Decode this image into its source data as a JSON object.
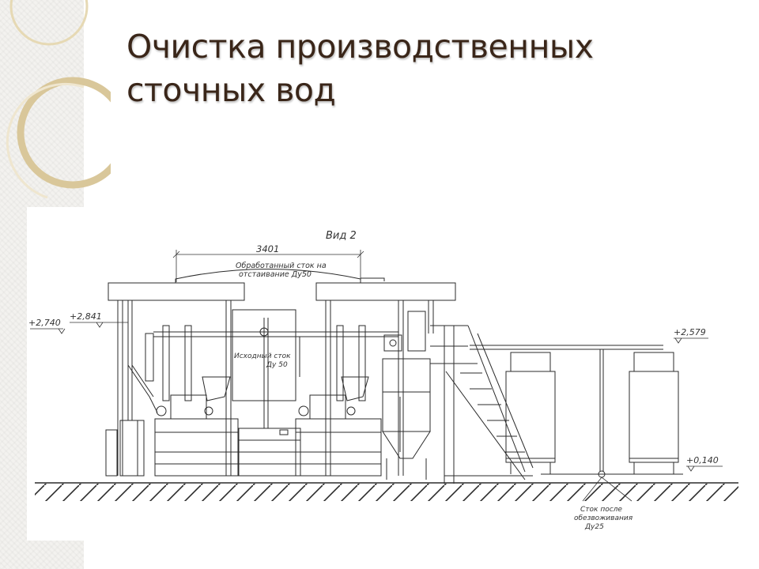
{
  "slide": {
    "title_line1": "Очистка производственных",
    "title_line2": "сточных вод"
  },
  "drawing": {
    "view_label": "Вид 2",
    "dimension": "3401",
    "treated_label_line1": "Обработанный сток на",
    "treated_label_line2": "отстаивание Ду50",
    "source_label_line1": "Исходный сток",
    "source_label_line2": "Ду 50",
    "level_2740": "+2,740",
    "level_2841": "+2,841",
    "level_2579": "+2,579",
    "level_0140": "+0,140",
    "drain_label_line1": "Сток после",
    "drain_label_line2": "обезвоживания",
    "drain_label_line3": "Ду25"
  },
  "colors": {
    "title": "#3a2619",
    "accent_gold": "#d9c79a",
    "line": "#2b2b2b"
  }
}
